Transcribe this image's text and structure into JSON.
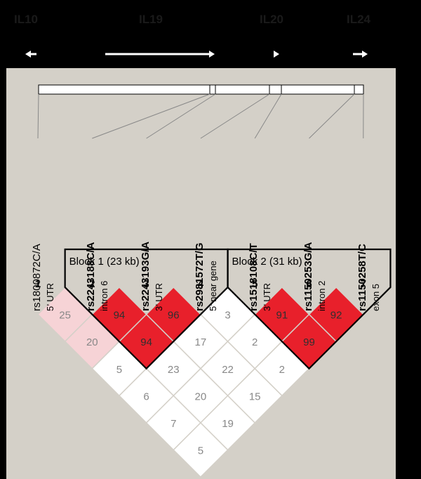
{
  "gene_regions": [
    {
      "label": "IL10",
      "direction": "left"
    },
    {
      "label": "IL19",
      "direction": "right"
    },
    {
      "label": "IL20",
      "direction": "right"
    },
    {
      "label": "IL24",
      "direction": "right"
    }
  ],
  "snps": [
    {
      "index": "1",
      "id": "rs1800872C/A",
      "location": "5’ UTR",
      "bold": false
    },
    {
      "index": "2",
      "id": "rs2243188C/A",
      "location": "intron 6",
      "bold": true
    },
    {
      "index": "3",
      "id": "rs2243193G/A",
      "location": "3’ UTR",
      "bold": true
    },
    {
      "index": "4",
      "id": "rs2981572T/G",
      "location": "5’ near gene",
      "bold": true
    },
    {
      "index": "5",
      "id": "rs1518108C/T",
      "location": "3’ UTR",
      "bold": true
    },
    {
      "index": "6",
      "id": "rs1150253G/A",
      "location": "intron 2",
      "bold": true
    },
    {
      "index": "7",
      "id": "rs1150258T/C",
      "location": "exon 5",
      "bold": true
    }
  ],
  "blocks": [
    {
      "label": "Block 1 (23 kb)",
      "start": 2,
      "end": 4
    },
    {
      "label": "Block 2 (31 kb)",
      "start": 5,
      "end": 7
    }
  ],
  "ld_values": [
    {
      "i": 1,
      "j": 2,
      "value": "25",
      "color": "#f6d3d6",
      "text_color": "#888888"
    },
    {
      "i": 2,
      "j": 3,
      "value": "94",
      "color": "#e8202b",
      "text_color": "#303030"
    },
    {
      "i": 3,
      "j": 4,
      "value": "96",
      "color": "#e8202b",
      "text_color": "#303030"
    },
    {
      "i": 4,
      "j": 5,
      "value": "3",
      "color": "#ffffff",
      "text_color": "#888888"
    },
    {
      "i": 5,
      "j": 6,
      "value": "91",
      "color": "#e8202b",
      "text_color": "#303030"
    },
    {
      "i": 6,
      "j": 7,
      "value": "92",
      "color": "#e8202b",
      "text_color": "#303030"
    },
    {
      "i": 1,
      "j": 3,
      "value": "20",
      "color": "#f6d3d6",
      "text_color": "#888888"
    },
    {
      "i": 2,
      "j": 4,
      "value": "94",
      "color": "#e8202b",
      "text_color": "#303030"
    },
    {
      "i": 3,
      "j": 5,
      "value": "17",
      "color": "#ffffff",
      "text_color": "#888888"
    },
    {
      "i": 4,
      "j": 6,
      "value": "2",
      "color": "#ffffff",
      "text_color": "#888888"
    },
    {
      "i": 5,
      "j": 7,
      "value": "99",
      "color": "#e8202b",
      "text_color": "#303030"
    },
    {
      "i": 1,
      "j": 4,
      "value": "5",
      "color": "#ffffff",
      "text_color": "#888888"
    },
    {
      "i": 2,
      "j": 5,
      "value": "23",
      "color": "#ffffff",
      "text_color": "#888888"
    },
    {
      "i": 3,
      "j": 6,
      "value": "22",
      "color": "#ffffff",
      "text_color": "#888888"
    },
    {
      "i": 4,
      "j": 7,
      "value": "2",
      "color": "#ffffff",
      "text_color": "#888888"
    },
    {
      "i": 1,
      "j": 5,
      "value": "6",
      "color": "#ffffff",
      "text_color": "#888888"
    },
    {
      "i": 2,
      "j": 6,
      "value": "20",
      "color": "#ffffff",
      "text_color": "#888888"
    },
    {
      "i": 3,
      "j": 7,
      "value": "15",
      "color": "#ffffff",
      "text_color": "#888888"
    },
    {
      "i": 1,
      "j": 6,
      "value": "7",
      "color": "#ffffff",
      "text_color": "#888888"
    },
    {
      "i": 2,
      "j": 7,
      "value": "19",
      "color": "#ffffff",
      "text_color": "#888888"
    },
    {
      "i": 1,
      "j": 7,
      "value": "5",
      "color": "#ffffff",
      "text_color": "#888888"
    }
  ],
  "colors": {
    "panel_background": "#d4d0c8",
    "strong_ld": "#e8202b",
    "weak_ld": "#f6d3d6",
    "no_ld": "#ffffff"
  }
}
